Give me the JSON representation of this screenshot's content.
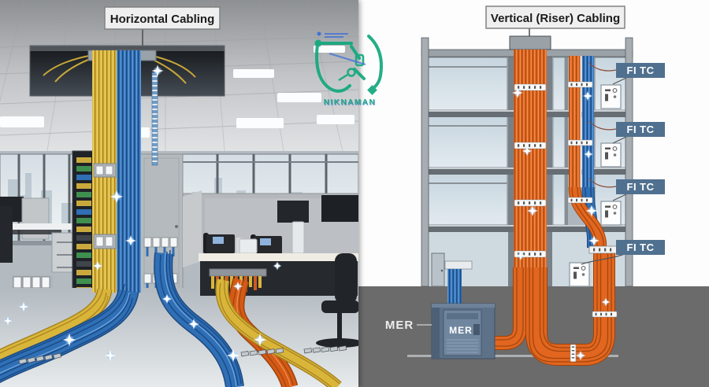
{
  "watermark": {
    "brand": "NIKNAMAN"
  },
  "left_panel": {
    "title_label": "Horizontal Cabling"
  },
  "right_panel": {
    "title_label": "Vertical (Riser) Cabling",
    "floor_badges": [
      {
        "label": "FI TC"
      },
      {
        "label": "FI TC"
      },
      {
        "label": "FI TC"
      },
      {
        "label": "FI TC"
      }
    ],
    "mer_room_label": "MER",
    "mer_cabinet_label": "MER"
  },
  "colors": {
    "cable_yellow": "#d9b53a",
    "cable_blue": "#2f6fb5",
    "cable_orange": "#e2661f",
    "badge_blue": "#50708f",
    "ground_gray": "#6b6b6b",
    "watermark_green": "#12a87e"
  }
}
